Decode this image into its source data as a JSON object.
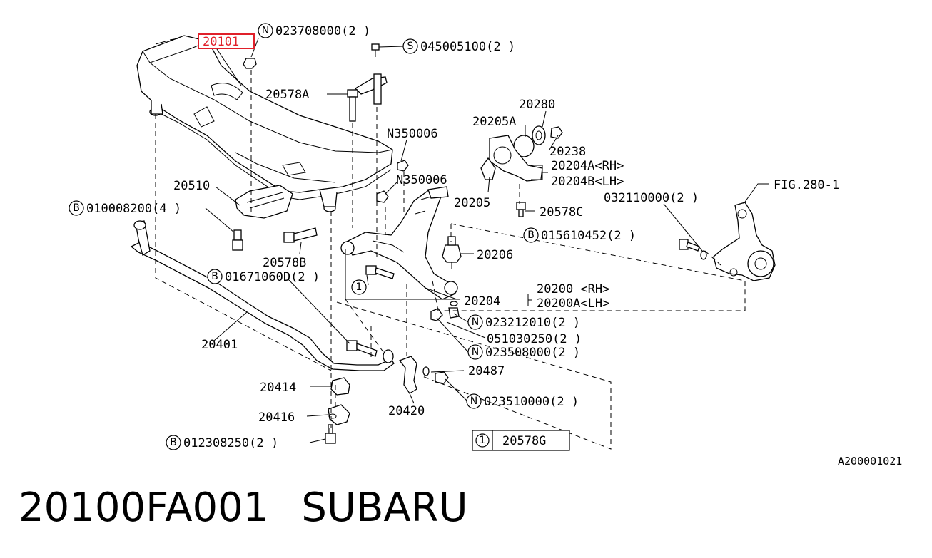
{
  "diagram": {
    "highlight_part": "20101",
    "highlight_color": "#e0202a",
    "reference_code": "A200001021",
    "legend": {
      "marker": "1",
      "value": "20578G"
    },
    "callouts": [
      {
        "id": "c1",
        "prefix": "N",
        "text": "023708000(2 )"
      },
      {
        "id": "c2",
        "prefix": "S",
        "text": "045005100(2 )"
      },
      {
        "id": "c3",
        "prefix": "",
        "text": "20578A"
      },
      {
        "id": "c4",
        "prefix": "",
        "text": "20280"
      },
      {
        "id": "c5",
        "prefix": "",
        "text": "20205A"
      },
      {
        "id": "c6",
        "prefix": "",
        "text": "N350006"
      },
      {
        "id": "c7",
        "prefix": "",
        "text": "20238"
      },
      {
        "id": "c8",
        "prefix": "",
        "text": "N350006"
      },
      {
        "id": "c9",
        "prefix": "",
        "text": "20204A<RH>"
      },
      {
        "id": "c10",
        "prefix": "",
        "text": "20204B<LH>"
      },
      {
        "id": "c11",
        "prefix": "",
        "text": "20510"
      },
      {
        "id": "c12",
        "prefix": "",
        "text": "FIG.280-1"
      },
      {
        "id": "c13",
        "prefix": "",
        "text": "032110000(2 )"
      },
      {
        "id": "c14",
        "prefix": "",
        "text": "20205"
      },
      {
        "id": "c15",
        "prefix": "",
        "text": "20578C"
      },
      {
        "id": "c16",
        "prefix": "B",
        "text": "010008200(4 )"
      },
      {
        "id": "c17",
        "prefix": "B",
        "text": "015610452(2 )"
      },
      {
        "id": "c18",
        "prefix": "",
        "text": "20578B"
      },
      {
        "id": "c19",
        "prefix": "",
        "text": "20206"
      },
      {
        "id": "c20",
        "prefix": "B",
        "text": "01671060D(2 )"
      },
      {
        "id": "c21",
        "prefix": "",
        "text": "20204"
      },
      {
        "id": "c22",
        "prefix": "",
        "text": "20200  <RH>"
      },
      {
        "id": "c23",
        "prefix": "",
        "text": "20200A<LH>"
      },
      {
        "id": "c24",
        "prefix": "N",
        "text": "023212010(2 )"
      },
      {
        "id": "c25",
        "prefix": "",
        "text": "051030250(2 )"
      },
      {
        "id": "c26",
        "prefix": "N",
        "text": "023508000(2 )"
      },
      {
        "id": "c27",
        "prefix": "",
        "text": "20401"
      },
      {
        "id": "c28",
        "prefix": "",
        "text": "20487"
      },
      {
        "id": "c29",
        "prefix": "",
        "text": "20414"
      },
      {
        "id": "c30",
        "prefix": "N",
        "text": "023510000(2 )"
      },
      {
        "id": "c31",
        "prefix": "",
        "text": "20420"
      },
      {
        "id": "c32",
        "prefix": "",
        "text": "20416"
      },
      {
        "id": "c33",
        "prefix": "B",
        "text": "012308250(2 )"
      },
      {
        "id": "c34",
        "prefix": "1",
        "text": ""
      }
    ]
  },
  "footer": {
    "part_number": "20100FA001",
    "brand": "SUBARU"
  }
}
